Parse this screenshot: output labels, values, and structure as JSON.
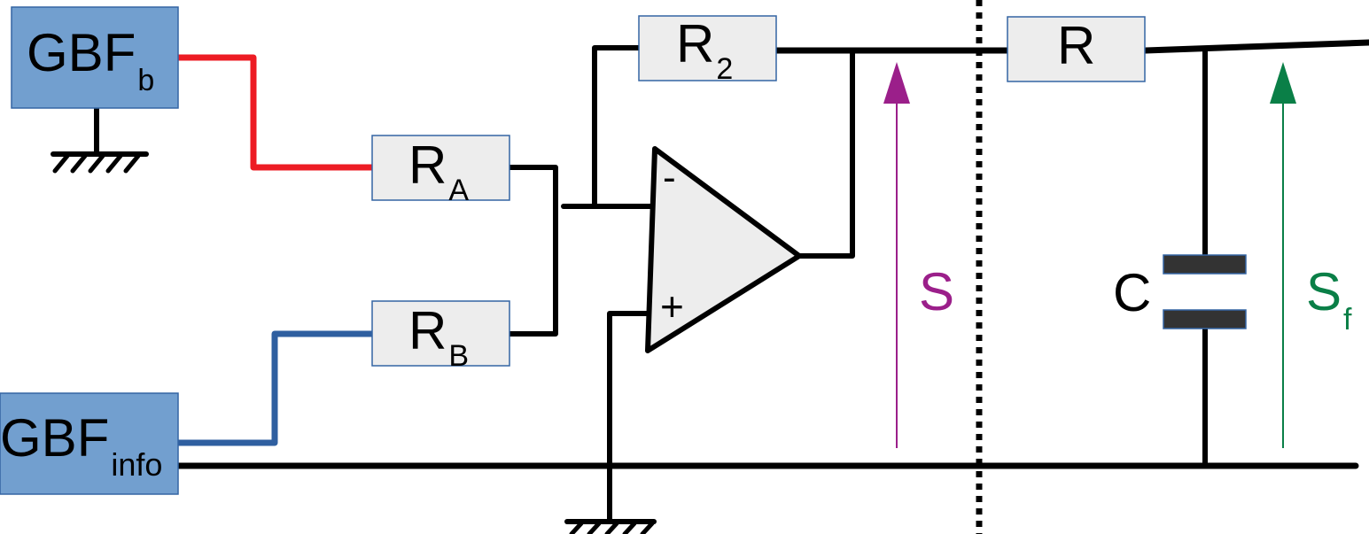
{
  "colors": {
    "wire": "#000000",
    "red_wire": "#ed1c24",
    "blue_wire": "#2f5fa0",
    "source_fill": "#729fcf",
    "source_stroke": "#3465a4",
    "resistor_fill": "#ededed",
    "resistor_stroke": "#3465a4",
    "opamp_fill": "#ededed",
    "capacitor_plate": "#333333",
    "voltage_s": "#9b1f8a",
    "voltage_sf": "#0a7f47"
  },
  "sources": {
    "top": {
      "main": "GBF",
      "sub": "b"
    },
    "bottom": {
      "main": "GBF",
      "sub": "info"
    }
  },
  "resistors": {
    "ra": {
      "main": "R",
      "sub": "A"
    },
    "rb": {
      "main": "R",
      "sub": "B"
    },
    "r2": {
      "main": "R",
      "sub": "2"
    },
    "r": {
      "main": "R"
    }
  },
  "opamp": {
    "minus": "-",
    "plus": "+"
  },
  "capacitor": {
    "label": "C"
  },
  "voltages": {
    "s": {
      "main": "S"
    },
    "sf": {
      "main": "S",
      "sub": "f"
    }
  }
}
